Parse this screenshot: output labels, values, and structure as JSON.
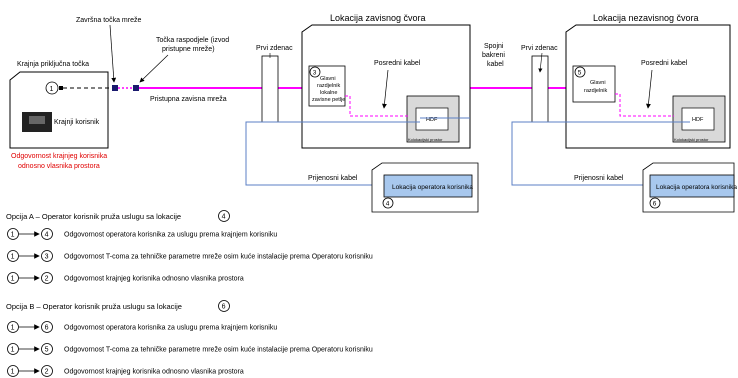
{
  "labels": {
    "zavrsna_tocka": "Završna točka mreže",
    "tocka_raspodjele_1": "Točka raspodjele (izvod",
    "tocka_raspodjele_2": "pristupne mreže)",
    "krajnja_prikljucna": "Krajnja priključna točka",
    "krajnji_korisnik": "Krajnji korisnik",
    "pristupna_mreza": "Pristupna zavisna mreža",
    "odgovornost_1": "Odgovornost krajnjeg korisnika",
    "odgovornost_2": "odnosno vlasnika prostora",
    "lokacija_zavisnog": "Lokacija zavisnog čvora",
    "lokacija_nezavisnog": "Lokacija nezavisnog čvora",
    "prvi_zdenac_1": "Prvi zdenac",
    "prvi_zdenac_2": "Prvi zdenac",
    "posredni_kabel_1": "Posredni kabel",
    "posredni_kabel_2": "Posredni kabel",
    "spojni_1": "Spojni",
    "spojni_2": "bakreni",
    "spojni_3": "kabel",
    "glavni_1_l1": "Glavni",
    "glavni_1_l2": "razdjelnik",
    "glavni_1_l3": "lokalne",
    "glavni_1_l4": "zavisne petlje",
    "glavni_2_l1": "Glavni",
    "glavni_2_l2": "razdjelnik",
    "hdf_1": "HDF",
    "hdf_2": "HDF",
    "kolokacijski_1": "Kolokacijski prostor",
    "kolokacijski_2": "Kolokacijski prostor",
    "prijenosni_1": "Prijenosni kabel",
    "prijenosni_2": "Prijenosni kabel",
    "lok_op_1": "Lokacija operatora korisnika",
    "lok_op_2": "Lokacija operatora korisnika"
  },
  "nodes": {
    "n1": "1",
    "n3": "3",
    "n4": "4",
    "n5": "5",
    "n6": "6",
    "n2": "2"
  },
  "option_a": {
    "title": "Opcija A – Operator korisnik pruža uslugu sa lokacije",
    "badge": "4",
    "rows": [
      {
        "from": "1",
        "to": "4",
        "text": "Odgovornost operatora korisnika za uslugu prema krajnjem korisniku"
      },
      {
        "from": "1",
        "to": "3",
        "text": "Odgovornost T-coma za tehničke parametre mreže osim kuće instalacije prema Operatoru korisniku"
      },
      {
        "from": "1",
        "to": "2",
        "text": "Odgovornost krajnjeg korisnika odnosno vlasnika prostora"
      }
    ]
  },
  "option_b": {
    "title": "Opcija B – Operator korisnik pruža uslugu sa lokacije",
    "badge": "6",
    "rows": [
      {
        "from": "1",
        "to": "6",
        "text": "Odgovornost operatora korisnika za uslugu prema krajnjem korisniku"
      },
      {
        "from": "1",
        "to": "5",
        "text": "Odgovornost T-coma za tehničke parametre mreže osim kuće instalacije prema Operatoru korisniku"
      },
      {
        "from": "1",
        "to": "2",
        "text": "Odgovornost krajnjeg korisnika odnosno vlasnika prostora"
      }
    ]
  },
  "colors": {
    "access_line": "#ff00ff",
    "transmission_line": "#5b7fc4",
    "operator_fill": "#a8c8ee",
    "hdf_fill": "#d9d9d9",
    "responsibility_text": "#e00000"
  }
}
